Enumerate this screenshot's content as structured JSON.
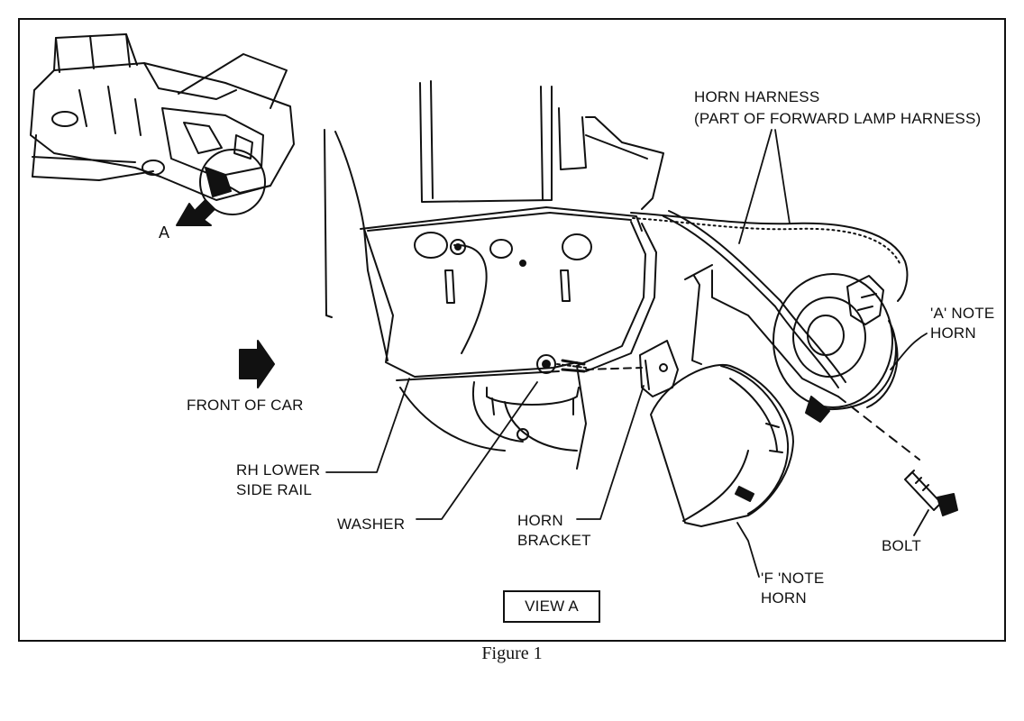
{
  "labels": {
    "horn_harness": "HORN HARNESS",
    "horn_harness_sub": "(PART OF FORWARD LAMP HARNESS)",
    "a_note_horn_1": "'A' NOTE",
    "a_note_horn_2": "HORN",
    "front_of_car": "FRONT OF CAR",
    "rh_lower_1": "RH LOWER",
    "rh_lower_2": "SIDE RAIL",
    "washer": "WASHER",
    "horn_bracket_1": "HORN",
    "horn_bracket_2": "BRACKET",
    "bolt": "BOLT",
    "f_note_horn_1": "'F 'NOTE",
    "f_note_horn_2": "HORN",
    "inset_a": "A",
    "view_a": "VIEW A"
  },
  "caption": "Figure 1",
  "colors": {
    "ink": "#111111",
    "paper": "#ffffff"
  }
}
